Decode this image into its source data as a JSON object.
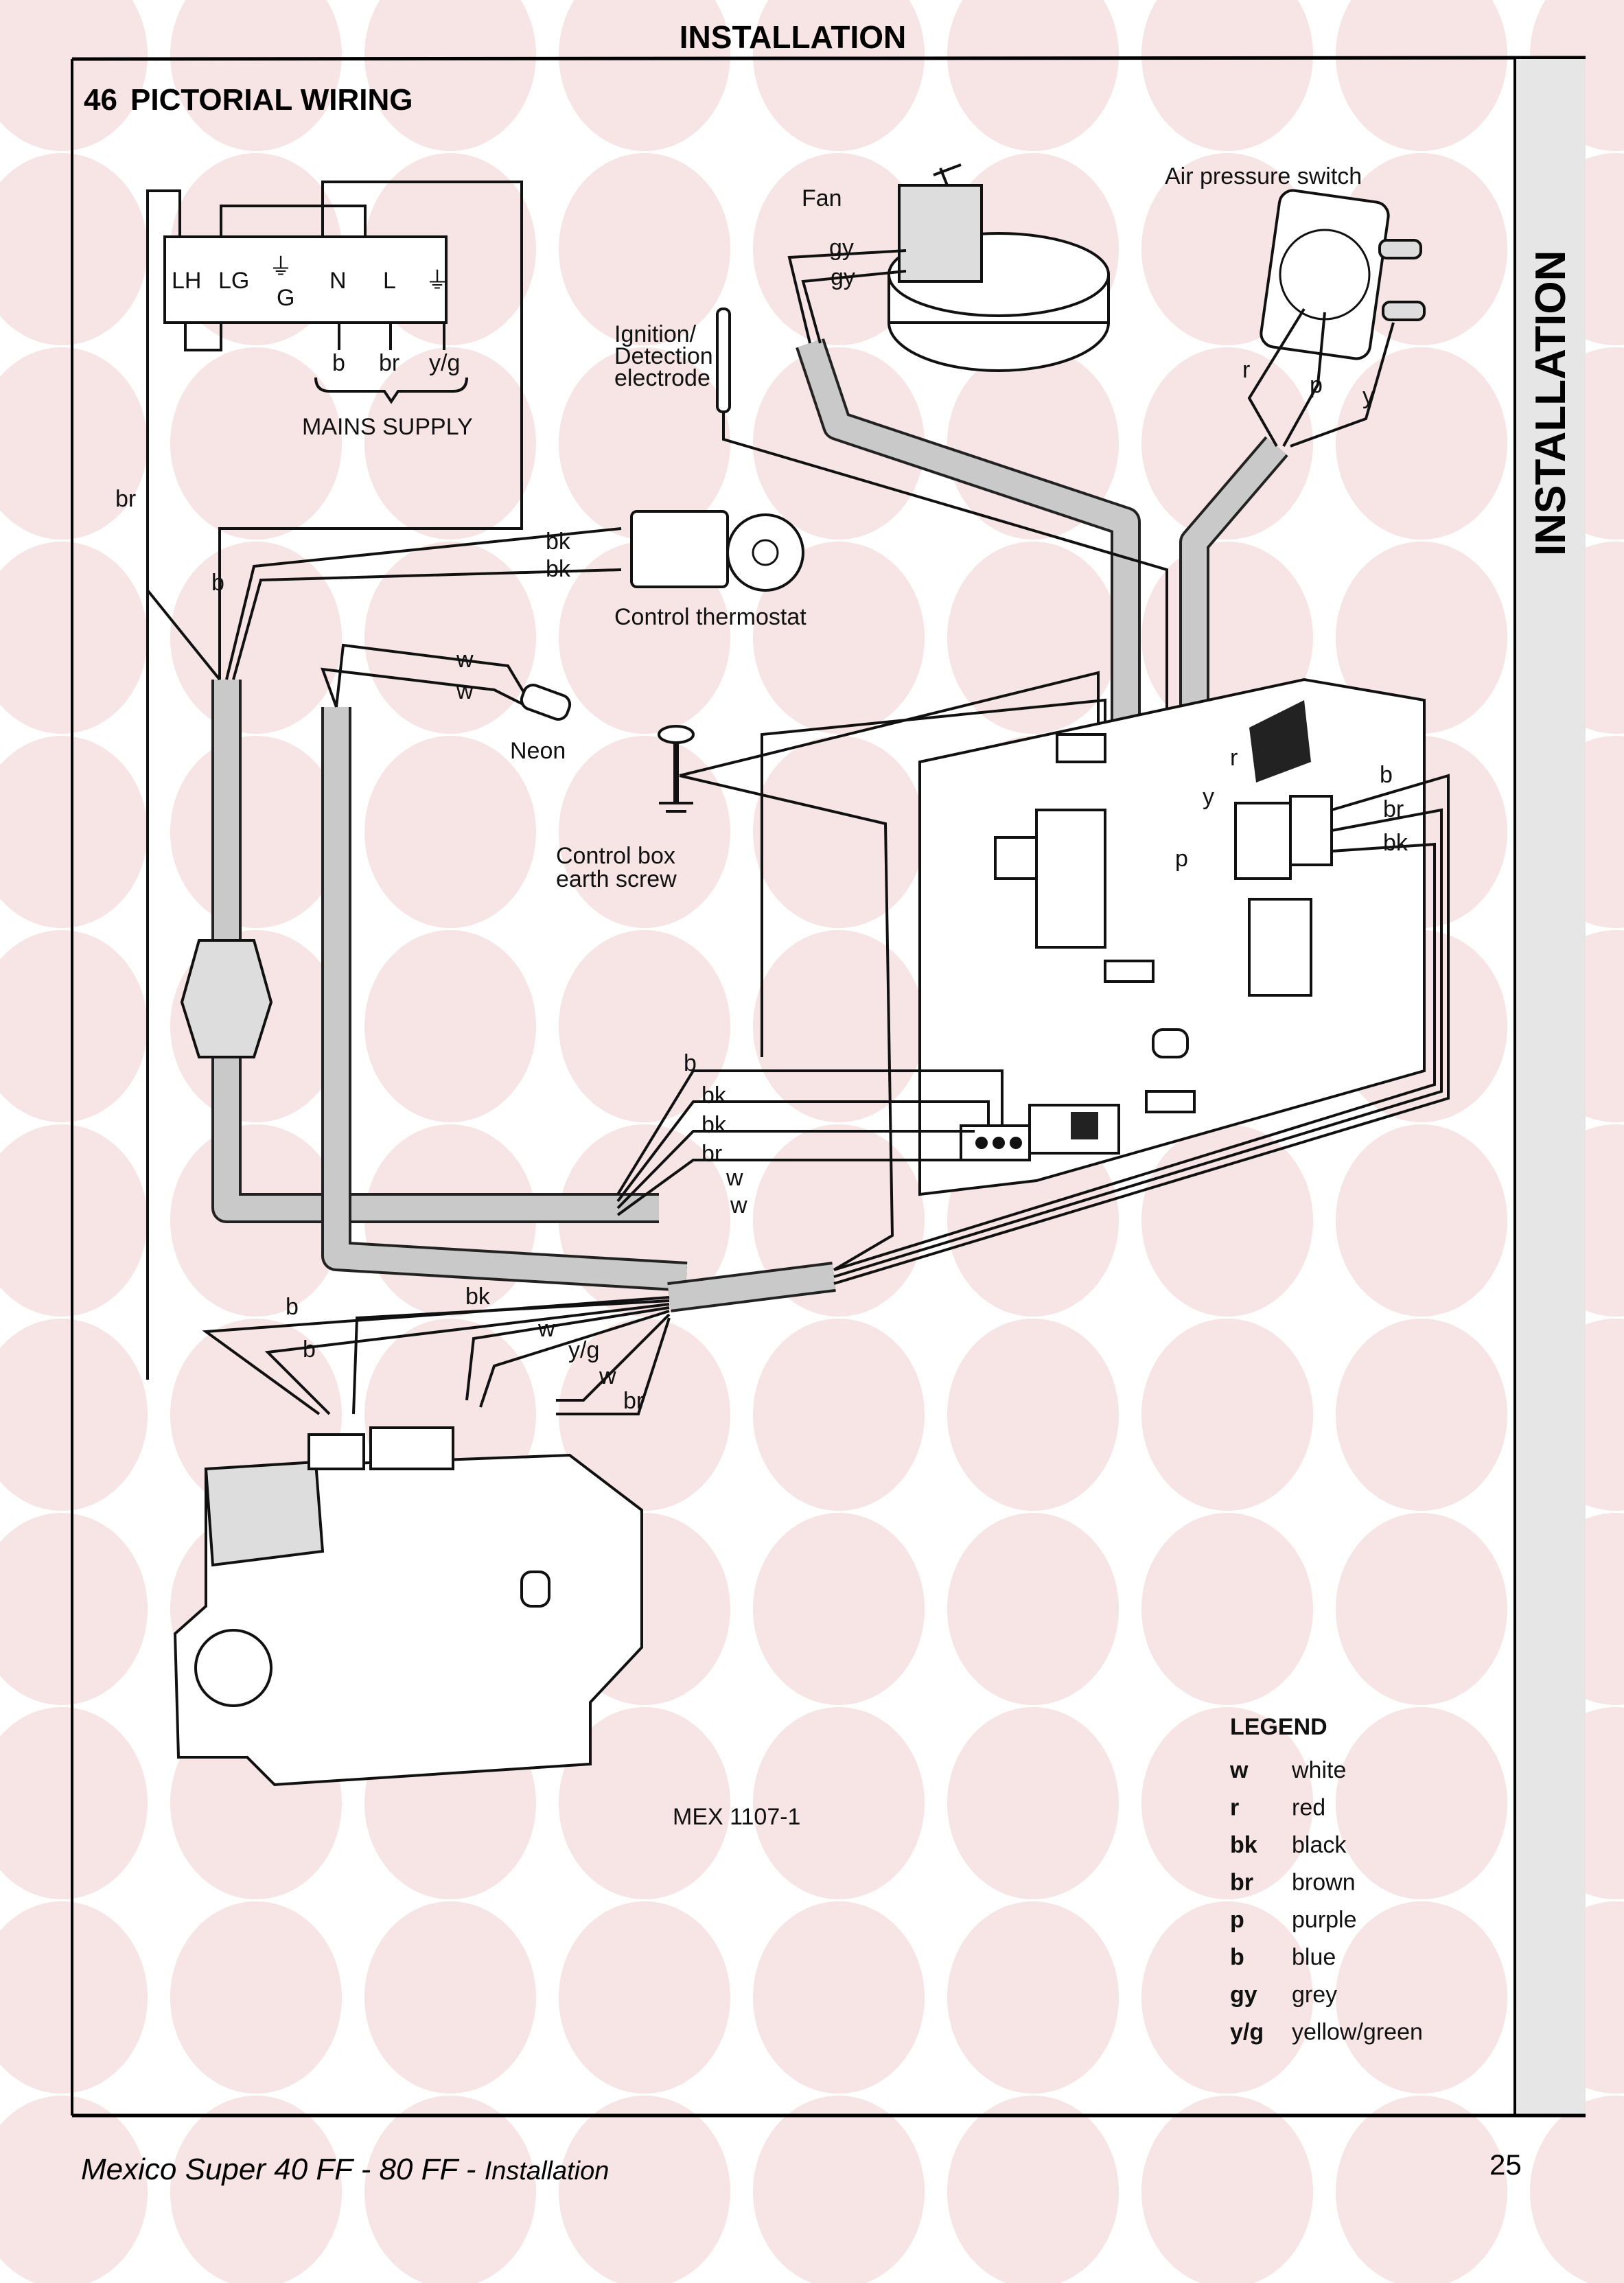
{
  "header": {
    "title": "INSTALLATION",
    "side_tab": "INSTALLATION"
  },
  "section": {
    "number": "46",
    "title": "PICTORIAL WIRING"
  },
  "terminal_block": {
    "labels": [
      "LH",
      "LG",
      "G",
      "N",
      "L"
    ],
    "earth_symbol": "⏚"
  },
  "mains": {
    "label": "MAINS SUPPLY",
    "wires": [
      "b",
      "br",
      "y/g"
    ]
  },
  "components": {
    "fan": "Fan",
    "air_pressure_switch": "Air pressure switch",
    "electrode": [
      "Ignition/",
      "Detection",
      "electrode"
    ],
    "control_thermostat": "Control thermostat",
    "neon": "Neon",
    "earth_screw": [
      "Control box",
      "earth screw"
    ]
  },
  "wire_labels": {
    "fan": [
      "gy",
      "gy"
    ],
    "aps": [
      "r",
      "p",
      "y"
    ],
    "mains_left": [
      "br",
      "b"
    ],
    "thermostat": [
      "bk",
      "bk"
    ],
    "neon": [
      "w",
      "w"
    ],
    "pcb_aps": [
      "r",
      "y",
      "p"
    ],
    "pcb_right": [
      "b",
      "br",
      "bk"
    ],
    "pcb_bottom": [
      "b",
      "bk",
      "bk",
      "br",
      "w",
      "w"
    ],
    "gas_valve": [
      "b",
      "bk",
      "b",
      "w",
      "y/g",
      "w",
      "br"
    ]
  },
  "drawing_ref": "MEX 1107-1",
  "legend": {
    "title": "LEGEND",
    "items": [
      {
        "code": "w",
        "name": "white"
      },
      {
        "code": "r",
        "name": "red"
      },
      {
        "code": "bk",
        "name": "black"
      },
      {
        "code": "br",
        "name": "brown"
      },
      {
        "code": "p",
        "name": "purple"
      },
      {
        "code": "b",
        "name": "blue"
      },
      {
        "code": "gy",
        "name": "grey"
      },
      {
        "code": "y/g",
        "name": "yellow/green"
      }
    ]
  },
  "footer": {
    "model": "Mexico Super 40 FF - 80 FF - ",
    "section": "Installation",
    "page_number": "25"
  },
  "colors": {
    "watermark": "#f7e4e4",
    "cable": "#c9c9c9",
    "ink": "#111111"
  }
}
